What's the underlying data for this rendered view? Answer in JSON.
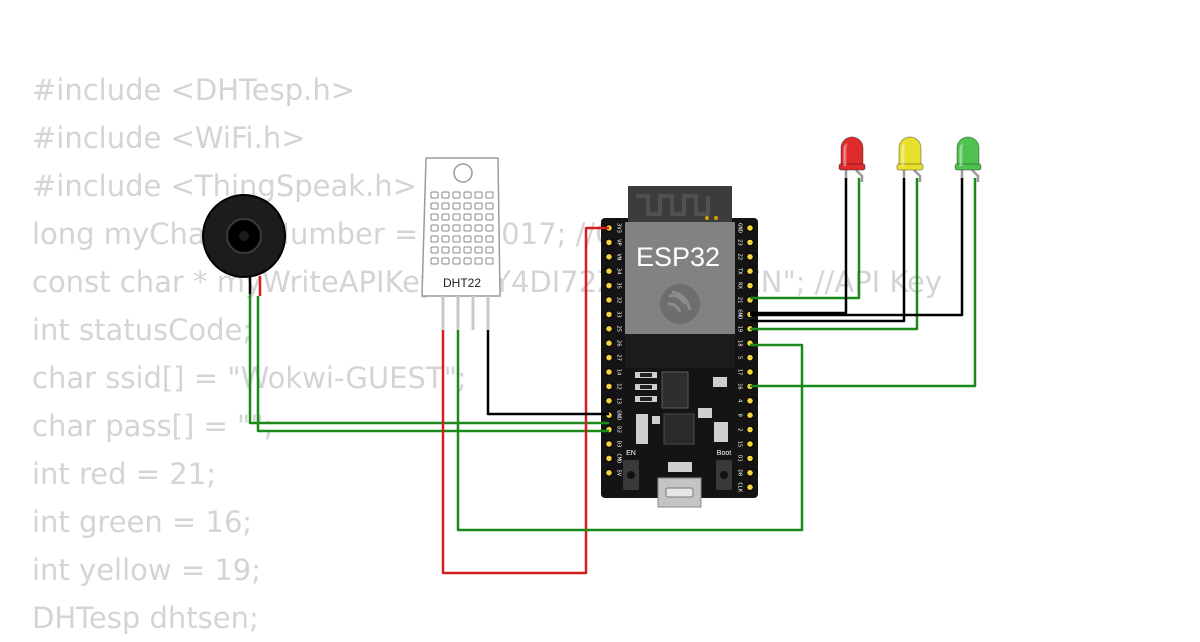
{
  "code_lines": [
    "#include <DHTesp.h>",
    "#include <WiFi.h>",
    "#include <ThingSpeak.h>",
    "long myChannelNumber = 2382017; //Channel ID",
    "const char * myWriteAPIKey = \"Y4DI72ZKOGVQ2ZN\"; //API Key",
    "int statusCode;",
    "char ssid[] = \"Wokwi-GUEST\";",
    "char pass[] = \"\";",
    "int red = 21;",
    "int green = 16;",
    "int yellow = 19;",
    "DHTesp dhtsen;"
  ],
  "board": {
    "label": "ESP32",
    "left_pins": [
      "3V3",
      "VP",
      "VN",
      "34",
      "35",
      "32",
      "33",
      "25",
      "26",
      "27",
      "14",
      "12",
      "13",
      "GND",
      "D2",
      "D3",
      "CMD",
      "5V"
    ],
    "right_pins": [
      "GND",
      "23",
      "22",
      "TX",
      "RX",
      "21",
      "GND",
      "19",
      "18",
      "5",
      "17",
      "16",
      "4",
      "0",
      "2",
      "15",
      "D1",
      "D0",
      "CLK"
    ],
    "en_label": "EN",
    "boot_label": "Boot"
  },
  "sensor": {
    "label": "DHT22"
  },
  "leds": [
    {
      "name": "red",
      "color": "#e02b2b"
    },
    {
      "name": "yellow",
      "color": "#e8e02c"
    },
    {
      "name": "green",
      "color": "#4fc24f"
    }
  ],
  "wire_colors": {
    "green": "#1a8a1a",
    "black": "#000000",
    "red": "#d41f1f"
  }
}
